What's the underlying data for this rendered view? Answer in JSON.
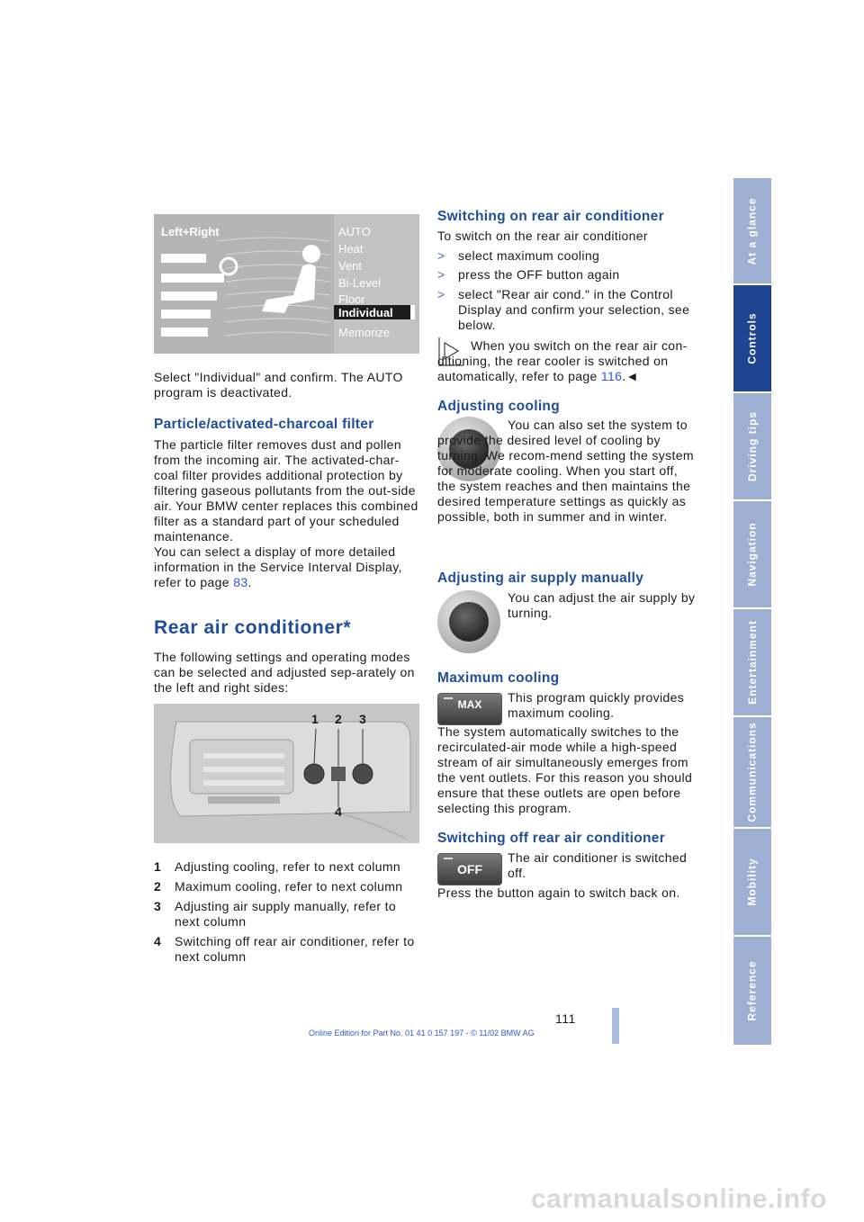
{
  "sidebar": {
    "tabs": [
      "At a glance",
      "Controls",
      "Driving tips",
      "Navigation",
      "Entertainment",
      "Communications",
      "Mobility",
      "Reference"
    ],
    "active": "Controls"
  },
  "display_image": {
    "header": "Left+Right",
    "menu": [
      "AUTO",
      "Heat",
      "Vent",
      "Bi-Level",
      "Floor",
      "Individual",
      "Memorize"
    ],
    "selected": "Individual"
  },
  "left": {
    "p_select": "Select \"Individual\" and confirm. The AUTO program is deactivated.",
    "h_filter": "Particle/activated-charcoal filter",
    "p_filter_1": "The particle filter removes dust and pollen from the incoming air. The activated-char-coal filter provides additional protection by filtering gaseous pollutants from the out-side air. Your BMW center replaces this combined filter as a standard part of your scheduled maintenance.",
    "p_filter_2": "You can select a display of more detailed information in the Service Interval Display, refer to page ",
    "p_filter_2_link": "83",
    "p_filter_2_end": ".",
    "h_rear": "Rear air conditioner*",
    "p_rear": "The following settings and operating modes can be selected and adjusted sep-arately on the left and right sides:",
    "panel_labels": [
      "1",
      "2",
      "3",
      "4"
    ],
    "items": [
      {
        "n": "1",
        "t": "Adjusting cooling, refer to next column"
      },
      {
        "n": "2",
        "t": "Maximum cooling, refer to next column"
      },
      {
        "n": "3",
        "t": "Adjusting air supply manually, refer to next column"
      },
      {
        "n": "4",
        "t": "Switching off rear air conditioner, refer to next column"
      }
    ]
  },
  "right": {
    "h_on": "Switching on rear air conditioner",
    "p_on": "To switch on the rear air conditioner",
    "bullets": [
      "select maximum cooling",
      "press the OFF button again",
      "select \"Rear air cond.\" in the Control Display and confirm your selection, see below."
    ],
    "bullet_mark": ">",
    "note": "When you switch on the rear air con-ditioning, the rear cooler is switched on automatically, refer to page ",
    "note_link": "116",
    "note_end": ".◄",
    "h_cooling": "Adjusting cooling",
    "p_cooling": "You can also set the system to provide the desired level of cooling by turning. We recom-mend setting the system for moderate cooling. When you start off, the system reaches and then maintains the desired temperature settings as quickly as possible, both in summer and in winter.",
    "h_air": "Adjusting air supply manually",
    "p_air": "You can adjust the air supply by turning.",
    "h_max": "Maximum cooling",
    "max_btn": "MAX",
    "p_max_1": "This program quickly provides maximum cooling.",
    "p_max_2": "The system automatically switches to the recirculated-air mode while a high-speed stream of air simultaneously emerges from the vent outlets. For this reason you should ensure that these outlets are open before selecting this program.",
    "h_off": "Switching off rear air conditioner",
    "off_btn": "OFF",
    "p_off_1": "The air conditioner is switched off.",
    "p_off_2": "Press the button again to switch back on."
  },
  "footer": {
    "page_number": "111",
    "edition": "Online Edition for Part No. 01 41 0 157 197 - © 11/02 BMW AG"
  },
  "watermark": "carmanualsonline.info"
}
